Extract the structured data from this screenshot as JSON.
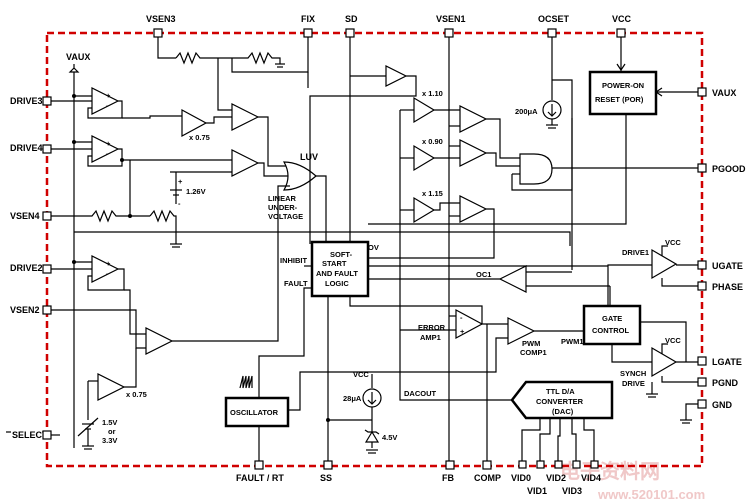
{
  "pins": {
    "vsen3": "VSEN3",
    "fix": "FIX",
    "sd": "SD",
    "vsen1": "VSEN1",
    "ocset": "OCSET",
    "vcc": "VCC",
    "drive3": "DRIVE3",
    "drive4": "DRIVE4",
    "vsen4": "VSEN4",
    "drive2": "DRIVE2",
    "vsen2": "VSEN2",
    "select": "SELECT",
    "vaux_top": "VAUX",
    "vaux_right": "VAUX",
    "pgood": "PGOOD",
    "ugate": "UGATE",
    "phase": "PHASE",
    "lgate": "LGATE",
    "pgnd": "PGND",
    "gnd": "GND",
    "fault_rt": "FAULT / RT",
    "ss": "SS",
    "fb": "FB",
    "comp": "COMP",
    "vid0": "VID0",
    "vid1": "VID1",
    "vid2": "VID2",
    "vid3": "VID3",
    "vid4": "VID4"
  },
  "blocks": {
    "por": [
      "POWER-ON",
      "RESET (POR)"
    ],
    "softstart": [
      "SOFT-",
      "START",
      "AND FAULT",
      "LOGIC"
    ],
    "gate_control": [
      "GATE",
      "CONTROL"
    ],
    "oscillator": "OSCILLATOR",
    "dac": [
      "TTL D/A",
      "CONVERTER",
      "(DAC)"
    ]
  },
  "labels": {
    "luv": "LUV",
    "linear_uv": [
      "LINEAR",
      "UNDER-",
      "VOLTAGE"
    ],
    "ref_126": "1.26V",
    "ov": "OV",
    "inhibit": "INHIBIT",
    "fault": "FAULT",
    "oc1": "OC1",
    "error_amp": [
      "ERROR",
      "AMP1"
    ],
    "pwm_comp": [
      "PWM",
      "COMP1"
    ],
    "pwm1": "PWM1",
    "drive1": "DRIVE1",
    "vcc_drive1": "VCC",
    "vcc_synch": "VCC",
    "synch_drive": [
      "SYNCH",
      "DRIVE"
    ],
    "vcc_ss": "VCC",
    "ss_current": "28μA",
    "zener": "4.5V",
    "dacout": "DACOUT",
    "ocset_current": "200μA",
    "x110": "x 1.10",
    "x090": "x 0.90",
    "x115": "x 1.15",
    "x075a": "x 0.75",
    "x075b": "x 0.75",
    "select_ref": [
      "1.5V",
      "or",
      "3.3V"
    ]
  },
  "watermark": [
    "电子资料网",
    "www.520101.com"
  ]
}
